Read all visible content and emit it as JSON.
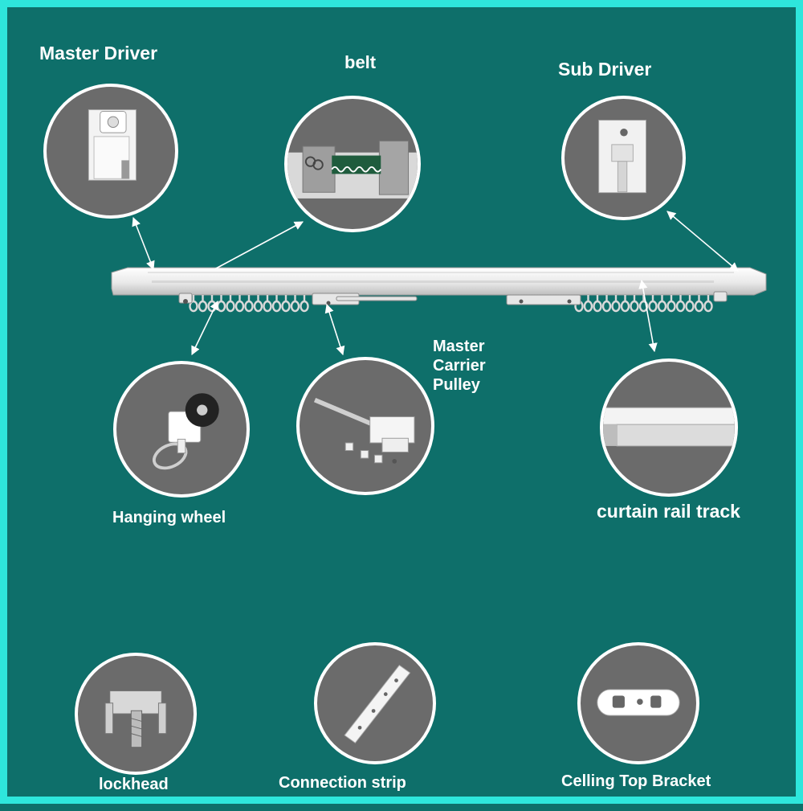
{
  "labels": {
    "master_driver": "Master Driver",
    "belt": "belt",
    "sub_driver": "Sub Driver",
    "master_carrier_pulley": "Master\nCarrier\nPulley",
    "hanging_wheel": "Hanging wheel",
    "curtain_rail_track": "curtain rail track",
    "lockhead": "lockhead",
    "connection_strip": "Connection strip",
    "ceiling_top_bracket": "Celling Top Bracket"
  },
  "colors": {
    "background": "#0e6f6a",
    "border": "#2ee6dc",
    "circle_fill": "#6b6b6b",
    "text": "#ffffff"
  },
  "icons": [
    "master-driver-photo",
    "belt-photo",
    "sub-driver-photo",
    "hanging-wheel-photo",
    "master-carrier-pulley-photo",
    "curtain-rail-track-photo",
    "lockhead-photo",
    "connection-strip-photo",
    "ceiling-top-bracket-photo"
  ]
}
